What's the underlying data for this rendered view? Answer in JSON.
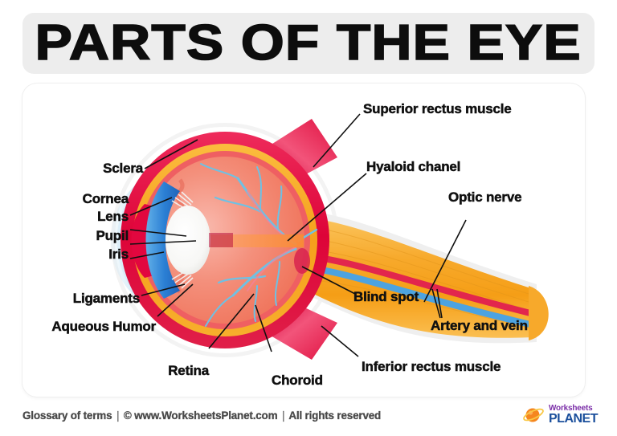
{
  "title": "PARTS OF THE EYE",
  "labels": [
    {
      "id": "superior-rectus-muscle",
      "text": "Superior rectus muscle"
    },
    {
      "id": "hyaloid-chanel",
      "text": "Hyaloid chanel"
    },
    {
      "id": "optic-nerve",
      "text": "Optic nerve"
    },
    {
      "id": "sclera",
      "text": "Sclera"
    },
    {
      "id": "cornea",
      "text": "Cornea"
    },
    {
      "id": "lens",
      "text": "Lens"
    },
    {
      "id": "pupil",
      "text": "Pupil"
    },
    {
      "id": "iris",
      "text": "Iris"
    },
    {
      "id": "ligaments",
      "text": "Ligaments"
    },
    {
      "id": "aqueous-humor",
      "text": "Aqueous Humor"
    },
    {
      "id": "retina",
      "text": "Retina"
    },
    {
      "id": "choroid",
      "text": "Choroid"
    },
    {
      "id": "blind-spot",
      "text": "Blind spot"
    },
    {
      "id": "artery-and-vein",
      "text": "Artery and vein"
    },
    {
      "id": "inferior-rectus-muscle",
      "text": "Inferior rectus muscle"
    }
  ],
  "footer": {
    "glossary": "Glossary of terms",
    "sep1": "|",
    "copyright": "©",
    "site": "www.WorksheetsPlanet.com",
    "sep2": "|",
    "rights": "All rights reserved",
    "logo_top": "Worksheets",
    "logo_bottom": "PLANET"
  },
  "colors": {
    "title_bar_bg": "#ededed",
    "title_text": "#0d0d0d",
    "card_bg": "#ffffff",
    "sclera_red": "#e2073f",
    "choroid_orange": "#f5a623",
    "retina_salmon": "#f2836e",
    "vessel_blue": "#6ec1e4",
    "iris_blue": "#2f7fd0",
    "cornea_blue": "#bfe0f0",
    "lens_white": "#fbfbfb",
    "nerve_orange": "#f6a623",
    "muscle_crimson": "#e2264d",
    "artery_red": "#e2264d",
    "vein_blue": "#4da3e0",
    "leader_line": "#111111",
    "footer_text": "#4a4a4a",
    "logo_purple": "#7b2fa8",
    "logo_blue": "#1b4f9c",
    "logo_orange": "#f5861f"
  }
}
